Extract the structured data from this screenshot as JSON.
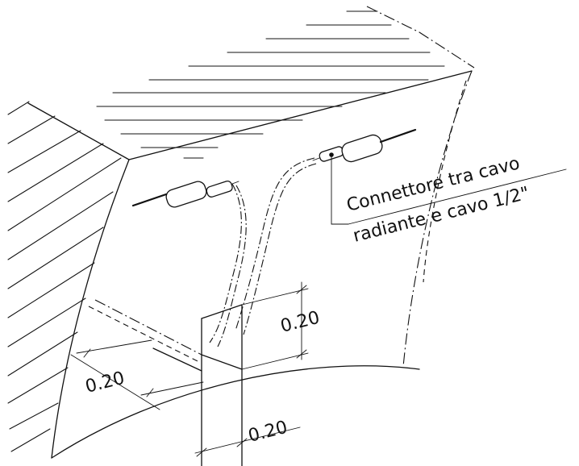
{
  "connector_label": {
    "line1": "Connettore tra cavo",
    "line2": "radiante e cavo 1/2\""
  },
  "dimensions": {
    "vertical_height": "0.20",
    "left_width": "0.20",
    "bottom_width": "0.20"
  }
}
